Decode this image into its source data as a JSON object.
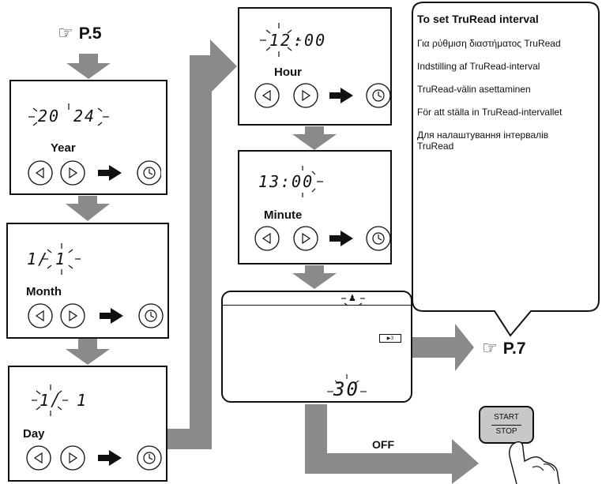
{
  "ref_start": "P.5",
  "ref_end": "P.7",
  "steps": {
    "year": {
      "display_left": "20",
      "display_right": "24",
      "label": "Year"
    },
    "month": {
      "display_left": "1/",
      "display_right": "1",
      "label": "Month"
    },
    "day": {
      "display_left": "1/",
      "display_right": "1",
      "label": "Day"
    },
    "hour": {
      "display_left": "12",
      "display_right": ":00",
      "label": "Hour"
    },
    "minute": {
      "display_left": "13",
      "display_right": ":00",
      "label": "Minute"
    }
  },
  "interval_screen": {
    "value": "30",
    "indicator": "▶3"
  },
  "off_label": "OFF",
  "start_stop_button": {
    "top": "START",
    "bottom": "STOP"
  },
  "info_box": {
    "title": "To set TruRead interval",
    "lines": [
      "Για ρύθμιση διαστήματος TruRead",
      "Indstilling af TruRead-interval",
      "TruRead-välin asettaminen",
      "För att ställa in TruRead-intervallet",
      "Для налаштування інтервалів TruRead"
    ]
  },
  "icons": [
    "hand-pointing-icon",
    "left-arrow-button-icon",
    "right-arrow-button-icon",
    "clock-button-icon",
    "person-icon",
    "finger-press-icon"
  ]
}
